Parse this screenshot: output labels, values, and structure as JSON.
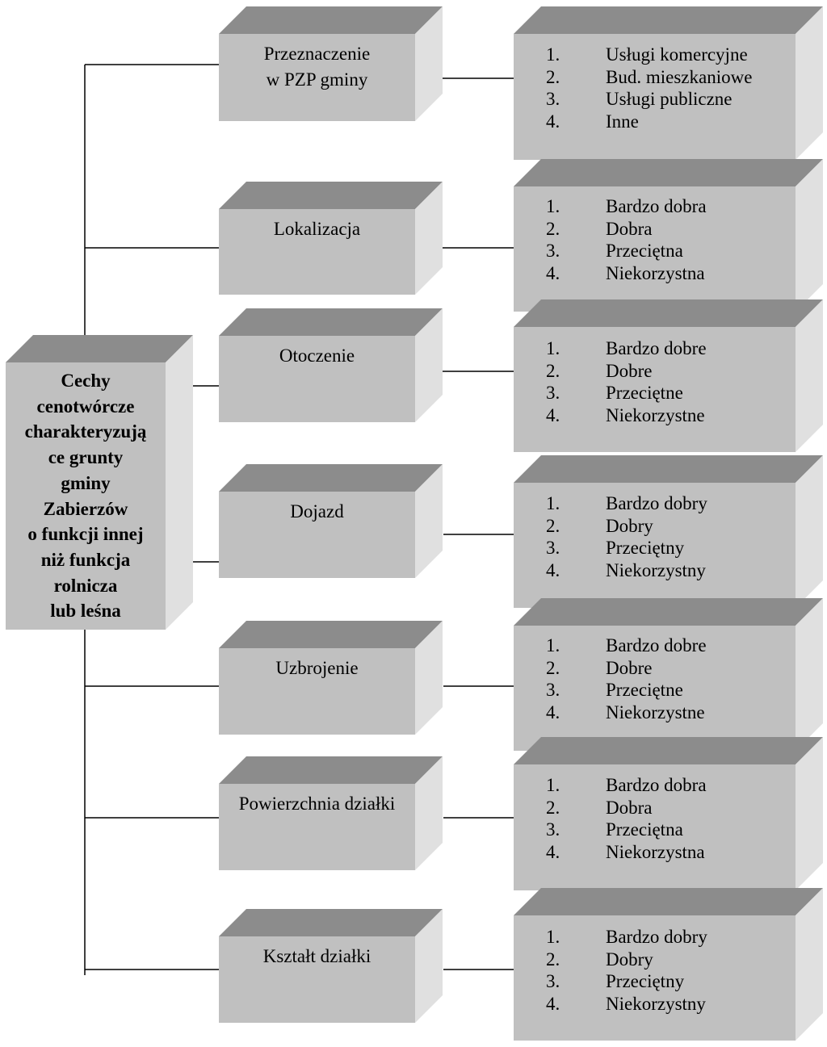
{
  "colors": {
    "front": "#c0c0c0",
    "top": "#8c8c8c",
    "side": "#e0e0e0",
    "line": "#000000"
  },
  "root": {
    "label": "Cechy\ncenotwórcze\ncharakteryzują\nce grunty\ngminy\nZabierzów\no funkcji innej\nniż funkcja\nrolnicza\nlub leśna"
  },
  "features": [
    {
      "label": "Przeznaczenie\nw PZP gminy",
      "options": [
        {
          "num": "1.",
          "text": "Usługi komercyjne"
        },
        {
          "num": "2.",
          "text": "Bud. mieszkaniowe"
        },
        {
          "num": "3.",
          "text": "Usługi publiczne"
        },
        {
          "num": "4.",
          "text": "Inne"
        }
      ]
    },
    {
      "label": "Lokalizacja",
      "options": [
        {
          "num": "1.",
          "text": "Bardzo dobra"
        },
        {
          "num": "2.",
          "text": "Dobra"
        },
        {
          "num": "3.",
          "text": "Przeciętna"
        },
        {
          "num": "4.",
          "text": "Niekorzystna"
        }
      ]
    },
    {
      "label": "Otoczenie",
      "options": [
        {
          "num": "1.",
          "text": "Bardzo dobre"
        },
        {
          "num": "2.",
          "text": "Dobre"
        },
        {
          "num": "3.",
          "text": "Przeciętne"
        },
        {
          "num": "4.",
          "text": "Niekorzystne"
        }
      ]
    },
    {
      "label": "Dojazd",
      "options": [
        {
          "num": "1.",
          "text": "Bardzo dobry"
        },
        {
          "num": "2.",
          "text": "Dobry"
        },
        {
          "num": "3.",
          "text": "Przeciętny"
        },
        {
          "num": "4.",
          "text": "Niekorzystny"
        }
      ]
    },
    {
      "label": "Uzbrojenie",
      "options": [
        {
          "num": "1.",
          "text": "Bardzo dobre"
        },
        {
          "num": "2.",
          "text": "Dobre"
        },
        {
          "num": "3.",
          "text": "Przeciętne"
        },
        {
          "num": "4.",
          "text": "Niekorzystne"
        }
      ]
    },
    {
      "label": "Powierzchnia działki",
      "options": [
        {
          "num": "1.",
          "text": "Bardzo dobra"
        },
        {
          "num": "2.",
          "text": "Dobra"
        },
        {
          "num": "3.",
          "text": "Przeciętna"
        },
        {
          "num": "4.",
          "text": "Niekorzystna"
        }
      ]
    },
    {
      "label": "Kształt działki",
      "options": [
        {
          "num": "1.",
          "text": "Bardzo dobry"
        },
        {
          "num": "2.",
          "text": "Dobry"
        },
        {
          "num": "3.",
          "text": "Przeciętny"
        },
        {
          "num": "4.",
          "text": "Niekorzystny"
        }
      ]
    }
  ]
}
